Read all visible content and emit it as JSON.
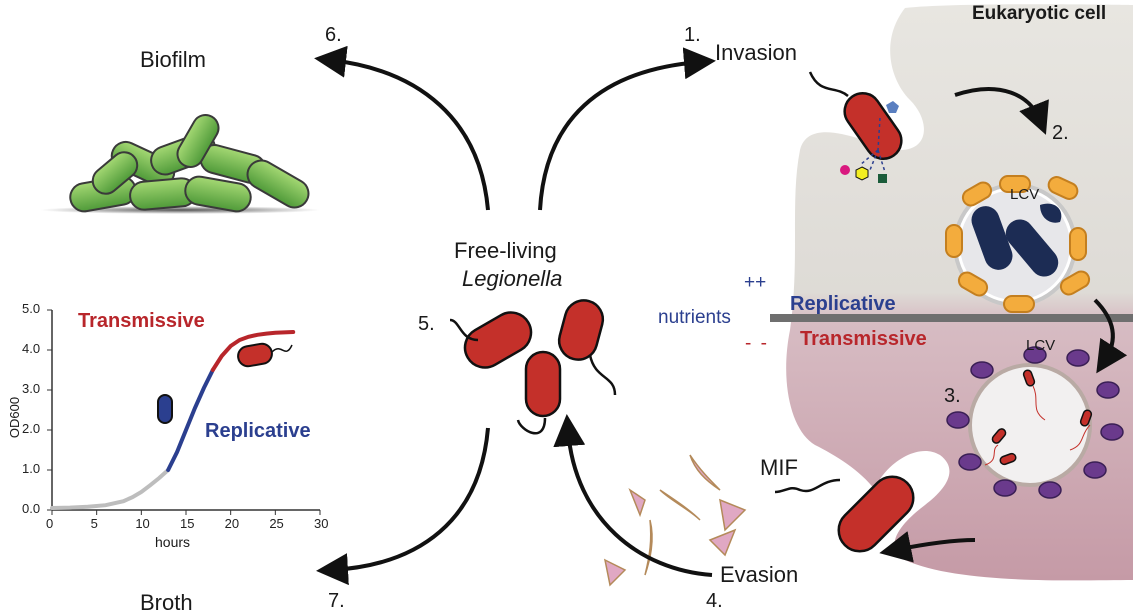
{
  "labels": {
    "cell_title": "Eukaryotic cell",
    "step1": "1.",
    "invasion": "Invasion",
    "step2": "2.",
    "lcv_top": "LCV",
    "step3": "3.",
    "lcv_bottom": "LCV",
    "step4": "4.",
    "evasion": "Evasion",
    "step5": "5.",
    "free_living": "Free-living",
    "legionella": "Legionella",
    "step6": "6.",
    "biofilm": "Biofilm",
    "step7": "7.",
    "broth": "Broth",
    "mif": "MIF",
    "plus": "++",
    "nutrients": "nutrients",
    "minus": "- -",
    "replicative_state": "Replicative",
    "transmissive_state": "Transmissive"
  },
  "colors": {
    "replicative": "#2b3f8f",
    "transmissive": "#b8262b",
    "bacterium": "#c4302a",
    "biofilm": "#6fbf4a",
    "lcv_vesicle": "#f2a93b",
    "lcv_vesicle_late": "#6a3a8c",
    "cell_top": "#e6e6e2",
    "cell_bottom": "#cfb0b8"
  },
  "chart_data": {
    "type": "line",
    "xlabel": "hours",
    "ylabel": "OD600",
    "xlim": [
      0,
      30
    ],
    "ylim": [
      0,
      5
    ],
    "xticks": [
      0,
      5,
      10,
      15,
      20,
      25,
      30
    ],
    "yticks": [
      "0.0",
      "1.0",
      "2.0",
      "3.0",
      "4.0",
      "5.0"
    ],
    "series": [
      {
        "name": "",
        "x": [
          0,
          2,
          4,
          6,
          8,
          9,
          10,
          11,
          12,
          13
        ],
        "y": [
          0.05,
          0.06,
          0.08,
          0.12,
          0.22,
          0.32,
          0.45,
          0.62,
          0.8,
          1.0
        ]
      },
      {
        "name": "Replicative",
        "x": [
          13,
          14,
          15,
          16,
          17,
          18
        ],
        "y": [
          1.0,
          1.45,
          2.0,
          2.55,
          3.05,
          3.5
        ]
      },
      {
        "name": "Transmissive",
        "x": [
          18,
          19,
          20,
          21,
          22,
          23,
          24,
          25,
          26,
          27
        ],
        "y": [
          3.5,
          3.85,
          4.1,
          4.25,
          4.33,
          4.38,
          4.41,
          4.43,
          4.44,
          4.45
        ]
      }
    ],
    "annotations": [
      "Transmissive",
      "Replicative"
    ]
  }
}
